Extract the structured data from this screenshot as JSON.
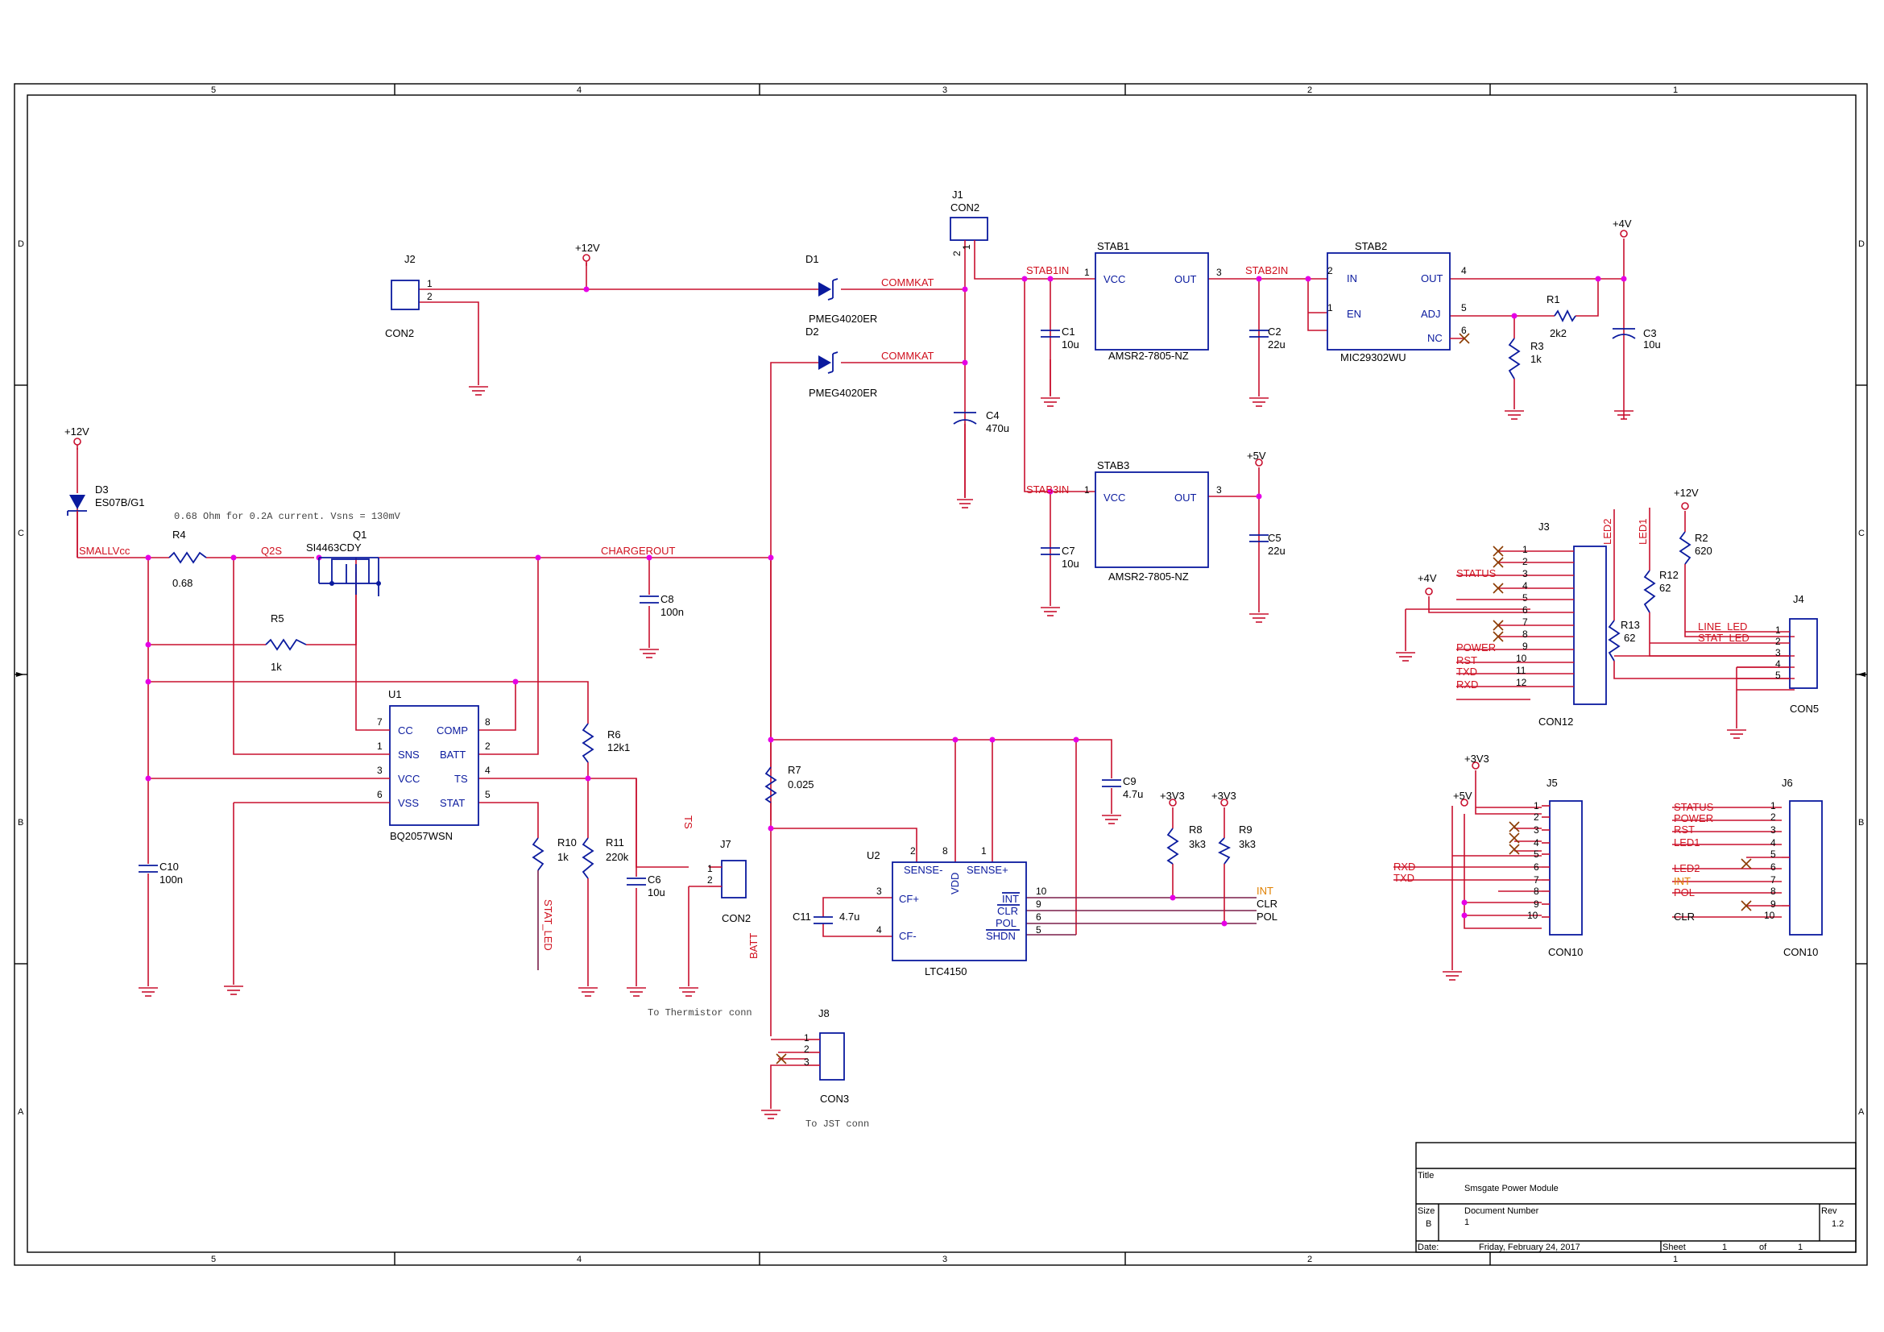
{
  "frame": {
    "col_labels": [
      "5",
      "4",
      "3",
      "2",
      "1"
    ],
    "row_labels": [
      "D",
      "C",
      "B",
      "A"
    ]
  },
  "title_block": {
    "title_label": "Title",
    "title": "Smsgate Power Module",
    "size_label": "Size",
    "size": "B",
    "docnum_label": "Document Number",
    "docnum": "1",
    "rev_label": "Rev",
    "rev": "1.2",
    "date_label": "Date:",
    "date": "Friday, February 24, 2017",
    "sheet_label": "Sheet",
    "sheet": "1",
    "of_label": "of",
    "sheets": "1"
  },
  "components": {
    "J2": {
      "ref": "J2",
      "value": "CON2",
      "pins": [
        "1",
        "2"
      ]
    },
    "J1": {
      "ref": "J1",
      "value": "CON2",
      "pins": [
        "1",
        "2"
      ]
    },
    "D1": {
      "ref": "D1",
      "value": "PMEG4020ER"
    },
    "D2": {
      "ref": "D2",
      "value": "PMEG4020ER"
    },
    "D3": {
      "ref": "D3",
      "value": "ES07B/G1"
    },
    "C4": {
      "ref": "C4",
      "value": "470u"
    },
    "C1": {
      "ref": "C1",
      "value": "10u"
    },
    "C2": {
      "ref": "C2",
      "value": "22u"
    },
    "C3": {
      "ref": "C3",
      "value": "10u"
    },
    "C5": {
      "ref": "C5",
      "value": "22u"
    },
    "C6": {
      "ref": "C6",
      "value": "10u"
    },
    "C7": {
      "ref": "C7",
      "value": "10u"
    },
    "C8": {
      "ref": "C8",
      "value": "100n"
    },
    "C9": {
      "ref": "C9",
      "value": "4.7u"
    },
    "C10": {
      "ref": "C10",
      "value": "100n"
    },
    "C11": {
      "ref": "C11",
      "value": "4.7u"
    },
    "R1": {
      "ref": "R1",
      "value": "2k2"
    },
    "R2": {
      "ref": "R2",
      "value": "620"
    },
    "R3": {
      "ref": "R3",
      "value": "1k"
    },
    "R4": {
      "ref": "R4",
      "value": "0.68"
    },
    "R5": {
      "ref": "R5",
      "value": "1k"
    },
    "R6": {
      "ref": "R6",
      "value": "12k1"
    },
    "R7": {
      "ref": "R7",
      "value": "0.025"
    },
    "R8": {
      "ref": "R8",
      "value": "3k3"
    },
    "R9": {
      "ref": "R9",
      "value": "3k3"
    },
    "R10": {
      "ref": "R10",
      "value": "1k"
    },
    "R11": {
      "ref": "R11",
      "value": "220k"
    },
    "R12": {
      "ref": "R12",
      "value": "62"
    },
    "R13": {
      "ref": "R13",
      "value": "62"
    },
    "Q1": {
      "ref": "Q1",
      "value": "SI4463CDY"
    },
    "STAB1": {
      "ref": "STAB1",
      "value": "AMSR2-7805-NZ",
      "p1": "VCC",
      "p2": "OUT",
      "n1": "1",
      "n2": "3"
    },
    "STAB3": {
      "ref": "STAB3",
      "value": "AMSR2-7805-NZ",
      "p1": "VCC",
      "p2": "OUT",
      "n1": "1",
      "n2": "3"
    },
    "STAB2": {
      "ref": "STAB2",
      "value": "MIC29302WU",
      "p_in": "IN",
      "p_en": "EN",
      "p_out": "OUT",
      "p_adj": "ADJ",
      "p_nc": "NC",
      "n_in": "2",
      "n_en": "1",
      "n_out": "4",
      "n_adj": "5",
      "n_nc": "6"
    },
    "U1": {
      "ref": "U1",
      "value": "BQ2057WSN",
      "l_pins": [
        "CC",
        "SNS",
        "VCC",
        "VSS"
      ],
      "l_nums": [
        "7",
        "1",
        "3",
        "6"
      ],
      "r_pins": [
        "COMP",
        "BATT",
        "TS",
        "STAT"
      ],
      "r_nums": [
        "8",
        "2",
        "4",
        "5"
      ]
    },
    "U2": {
      "ref": "U2",
      "value": "LTC4150",
      "p_sm": "SENSE-",
      "p_sp": "SENSE+",
      "p_vdd": "VDD",
      "p_cfp": "CF+",
      "p_cfm": "CF-",
      "p_int": "INT",
      "p_clr": "CLR",
      "p_pol": "POL",
      "p_shdn": "SHDN",
      "n_sm": "2",
      "n_vdd": "8",
      "n_sp": "1",
      "n_cfp": "3",
      "n_cfm": "4",
      "n_int": "10",
      "n_clr": "9",
      "n_pol": "6",
      "n_shdn": "5"
    },
    "J3": {
      "ref": "J3",
      "value": "CON12",
      "pins": [
        "1",
        "2",
        "3",
        "4",
        "5",
        "6",
        "7",
        "8",
        "9",
        "10",
        "11",
        "12"
      ]
    },
    "J4": {
      "ref": "J4",
      "value": "CON5",
      "pins": [
        "1",
        "2",
        "3",
        "4",
        "5"
      ]
    },
    "J5": {
      "ref": "J5",
      "value": "CON10",
      "pins": [
        "1",
        "2",
        "3",
        "4",
        "5",
        "6",
        "7",
        "8",
        "9",
        "10"
      ]
    },
    "J6": {
      "ref": "J6",
      "value": "CON10",
      "pins": [
        "1",
        "2",
        "3",
        "4",
        "5",
        "6",
        "7",
        "8",
        "9",
        "10"
      ]
    },
    "J7": {
      "ref": "J7",
      "value": "CON2",
      "pins": [
        "1",
        "2"
      ]
    },
    "J8": {
      "ref": "J8",
      "value": "CON3",
      "pins": [
        "1",
        "2",
        "3"
      ]
    }
  },
  "nets": {
    "p12v": "+12V",
    "p4v": "+4V",
    "p5v": "+5V",
    "p3v3": "+3V3",
    "commkat": "COMMKAT",
    "stab1in": "STAB1IN",
    "stab2in": "STAB2IN",
    "stab3in": "STAB3IN",
    "smallvcc": "SMALLVcc",
    "q2s": "Q2S",
    "chargerout": "CHARGEROUT",
    "ts": "TS",
    "stat_led": "STAT_LED",
    "batt": "BATT",
    "int": "INT",
    "clr": "CLR",
    "pol": "POL",
    "status": "STATUS",
    "power": "POWER",
    "rst": "RST",
    "txd": "TXD",
    "rxd": "RXD",
    "led1": "LED1",
    "led2": "LED2",
    "line_led": "LINE_LED",
    "stat_led2": "STAT_LED"
  },
  "notes": {
    "sense_note": "0.68 Ohm for 0.2A current. Vsns = 130mV",
    "thermistor": "To Thermistor conn",
    "jst": "To JST conn"
  }
}
